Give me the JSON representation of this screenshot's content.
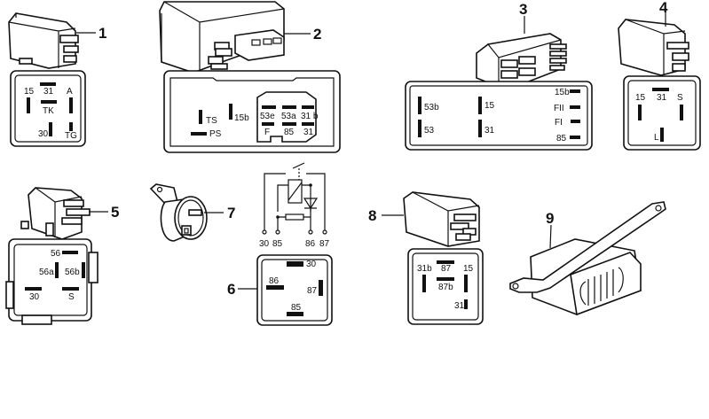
{
  "title": "Relays and control units — parts diagram",
  "callouts": [
    "1",
    "2",
    "3",
    "4",
    "5",
    "6",
    "7",
    "8",
    "9"
  ],
  "parts": {
    "p1": {
      "number": "1",
      "terminals": [
        "15",
        "31",
        "A",
        "TK",
        "30",
        "TG"
      ]
    },
    "p2": {
      "number": "2",
      "terminals": [
        "TS",
        "PS",
        "15b",
        "53e",
        "53a",
        "31 b",
        "F",
        "85",
        "31"
      ]
    },
    "p3": {
      "number": "3",
      "terminals": [
        "53b",
        "53",
        "15",
        "31",
        "15b",
        "FII",
        "FI",
        "85"
      ]
    },
    "p4": {
      "number": "4",
      "terminals": [
        "15",
        "31",
        "S",
        "L"
      ]
    },
    "p5": {
      "number": "5",
      "terminals": [
        "56",
        "56a",
        "56b",
        "30",
        "S"
      ]
    },
    "p6": {
      "number": "6",
      "schematic_terminals": [
        "30",
        "85",
        "86",
        "87"
      ],
      "terminals": [
        "30",
        "86",
        "87",
        "85"
      ]
    },
    "p7": {
      "number": "7"
    },
    "p8": {
      "number": "8",
      "terminals": [
        "31b",
        "87",
        "15",
        "87b",
        "31"
      ]
    },
    "p9": {
      "number": "9"
    }
  }
}
